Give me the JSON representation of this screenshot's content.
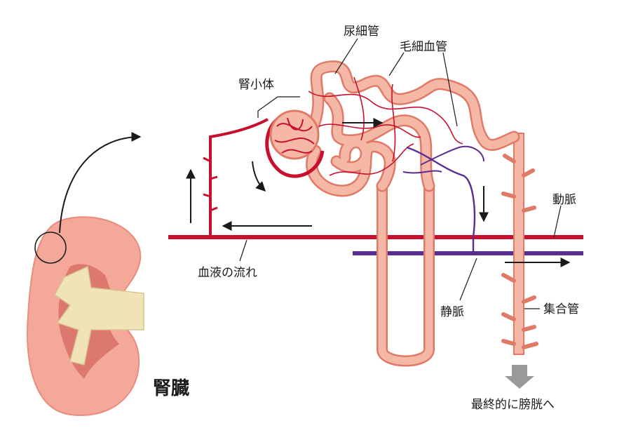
{
  "labels": {
    "kidney": "腎臓",
    "renal_corpuscle": "腎小体",
    "renal_tubule": "尿細管",
    "capillary": "毛細血管",
    "artery": "動脈",
    "vein": "静脈",
    "collecting_duct": "集合管",
    "blood_flow": "血液の流れ",
    "to_bladder": "最終的に膀胱へ"
  },
  "colors": {
    "artery": "#c8102e",
    "vein": "#5a2d91",
    "tubule_fill": "#f6b8a6",
    "tubule_edge": "#e07a66",
    "kidney": "#f4a899",
    "kidney_inner": "#f1e3b8",
    "arrow": "#1a1a1a",
    "gray_arrow": "#999999"
  }
}
